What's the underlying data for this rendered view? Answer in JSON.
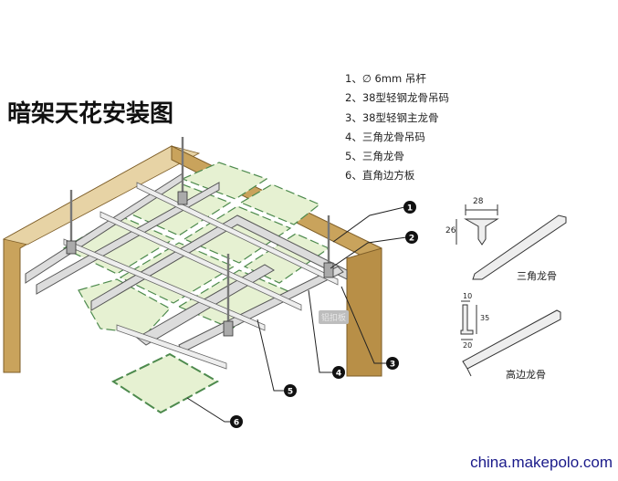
{
  "diagram": {
    "title": "暗架天花安装图",
    "legend": [
      "1、∅ 6mm 吊杆",
      "2、38型轻钢龙骨吊码",
      "3、38型轻钢主龙骨",
      "4、三角龙骨吊码",
      "5、三角龙骨",
      "6、直角边方板"
    ],
    "callouts": [
      "1",
      "2",
      "3",
      "4",
      "5",
      "6"
    ],
    "profile_triangle": {
      "label": "三角龙骨",
      "dim_width": "28",
      "dim_height": "26"
    },
    "profile_high_edge": {
      "label": "高边龙骨",
      "dim_top": "10",
      "dim_height": "35",
      "dim_bottom": "20"
    },
    "stamp": "铝扣板",
    "watermark": "china.makepolo.com",
    "colors": {
      "wall": "#c9a35c",
      "wall_dark": "#a87f3c",
      "panel": "#e6f1d2",
      "panel_edge": "#4d8a4d",
      "keel": "#dcdcdc",
      "callout": "#111111"
    }
  }
}
